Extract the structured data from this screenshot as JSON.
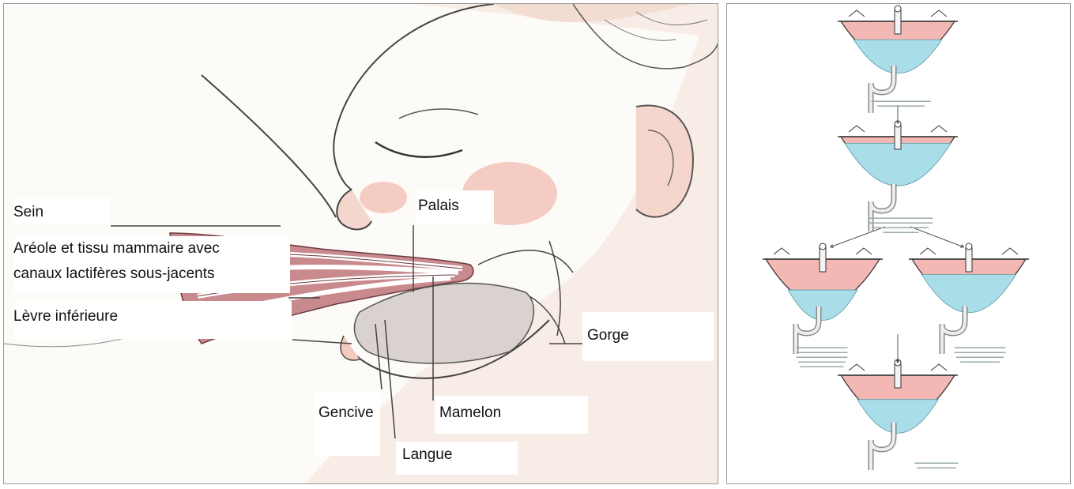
{
  "labels": {
    "sein": "Sein",
    "areole_line1": "Aréole et tissu mammaire avec",
    "areole_line2": "canaux lactifères sous-jacents",
    "levre": "Lèvre inférieure",
    "palais": "Palais",
    "gorge": "Gorge",
    "gencive": "Gencive",
    "mamelon": "Mamelon",
    "langue": "Langue"
  },
  "colors": {
    "sink_pink": "#f3b8b4",
    "water_blue": "#a9dde8",
    "skin_pink": "#f5c9bf",
    "tissue": "#b9707a",
    "outline": "#333333"
  },
  "icons": [
    "sink-icon",
    "faucet-icon",
    "drain-pipe-icon",
    "arrow-down-icon"
  ]
}
